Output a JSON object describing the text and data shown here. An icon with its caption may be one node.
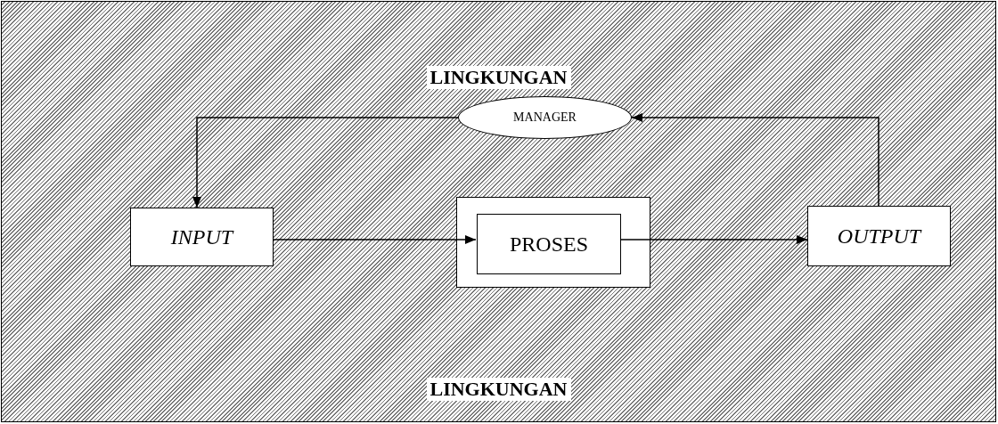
{
  "diagram": {
    "nodes": [
      {
        "text": [
          "LINGKUNGAN",
          "LINGKUNGAN"
        ]
      },
      {
        "text": [
          "MANAGER"
        ],
        "in": 0
      },
      {
        "text": [
          "INPUT"
        ],
        "in": 0
      },
      {
        "text": [],
        "shape": "box",
        "in": 0
      },
      {
        "text": [
          "PROSES"
        ],
        "in": 3
      },
      {
        "text": [
          "OUTPUT"
        ],
        "in": 0
      }
    ],
    "edges": [
      {
        "from": 1,
        "to": 2,
        "arrow": "to"
      },
      {
        "from": 2,
        "to": 4,
        "arrow": "to"
      },
      {
        "from": 4,
        "to": 5,
        "arrow": "to"
      },
      {
        "from": 5,
        "to": 1,
        "arrow": "to"
      }
    ]
  }
}
